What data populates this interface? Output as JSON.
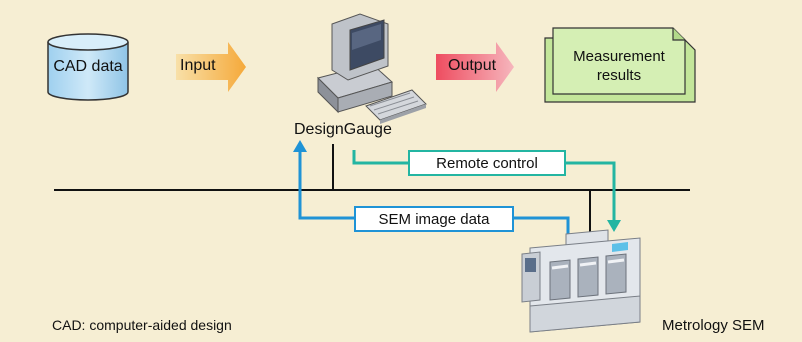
{
  "nodes": {
    "cad": "CAD data",
    "input": "Input",
    "designgauge": "DesignGauge",
    "output": "Output",
    "measurement": "Measurement\nresults",
    "metrology": "Metrology SEM"
  },
  "links": {
    "remote_control": "Remote control",
    "sem_image_data": "SEM image data"
  },
  "footnote": "CAD: computer-aided design",
  "colors": {
    "background": "#f6eed3",
    "input_arrow": "#f5b343",
    "output_arrow": "#ec5a6a",
    "teal_link": "#23b5a2",
    "blue_link": "#1f93d6",
    "doc_green": "#d5efb4"
  }
}
